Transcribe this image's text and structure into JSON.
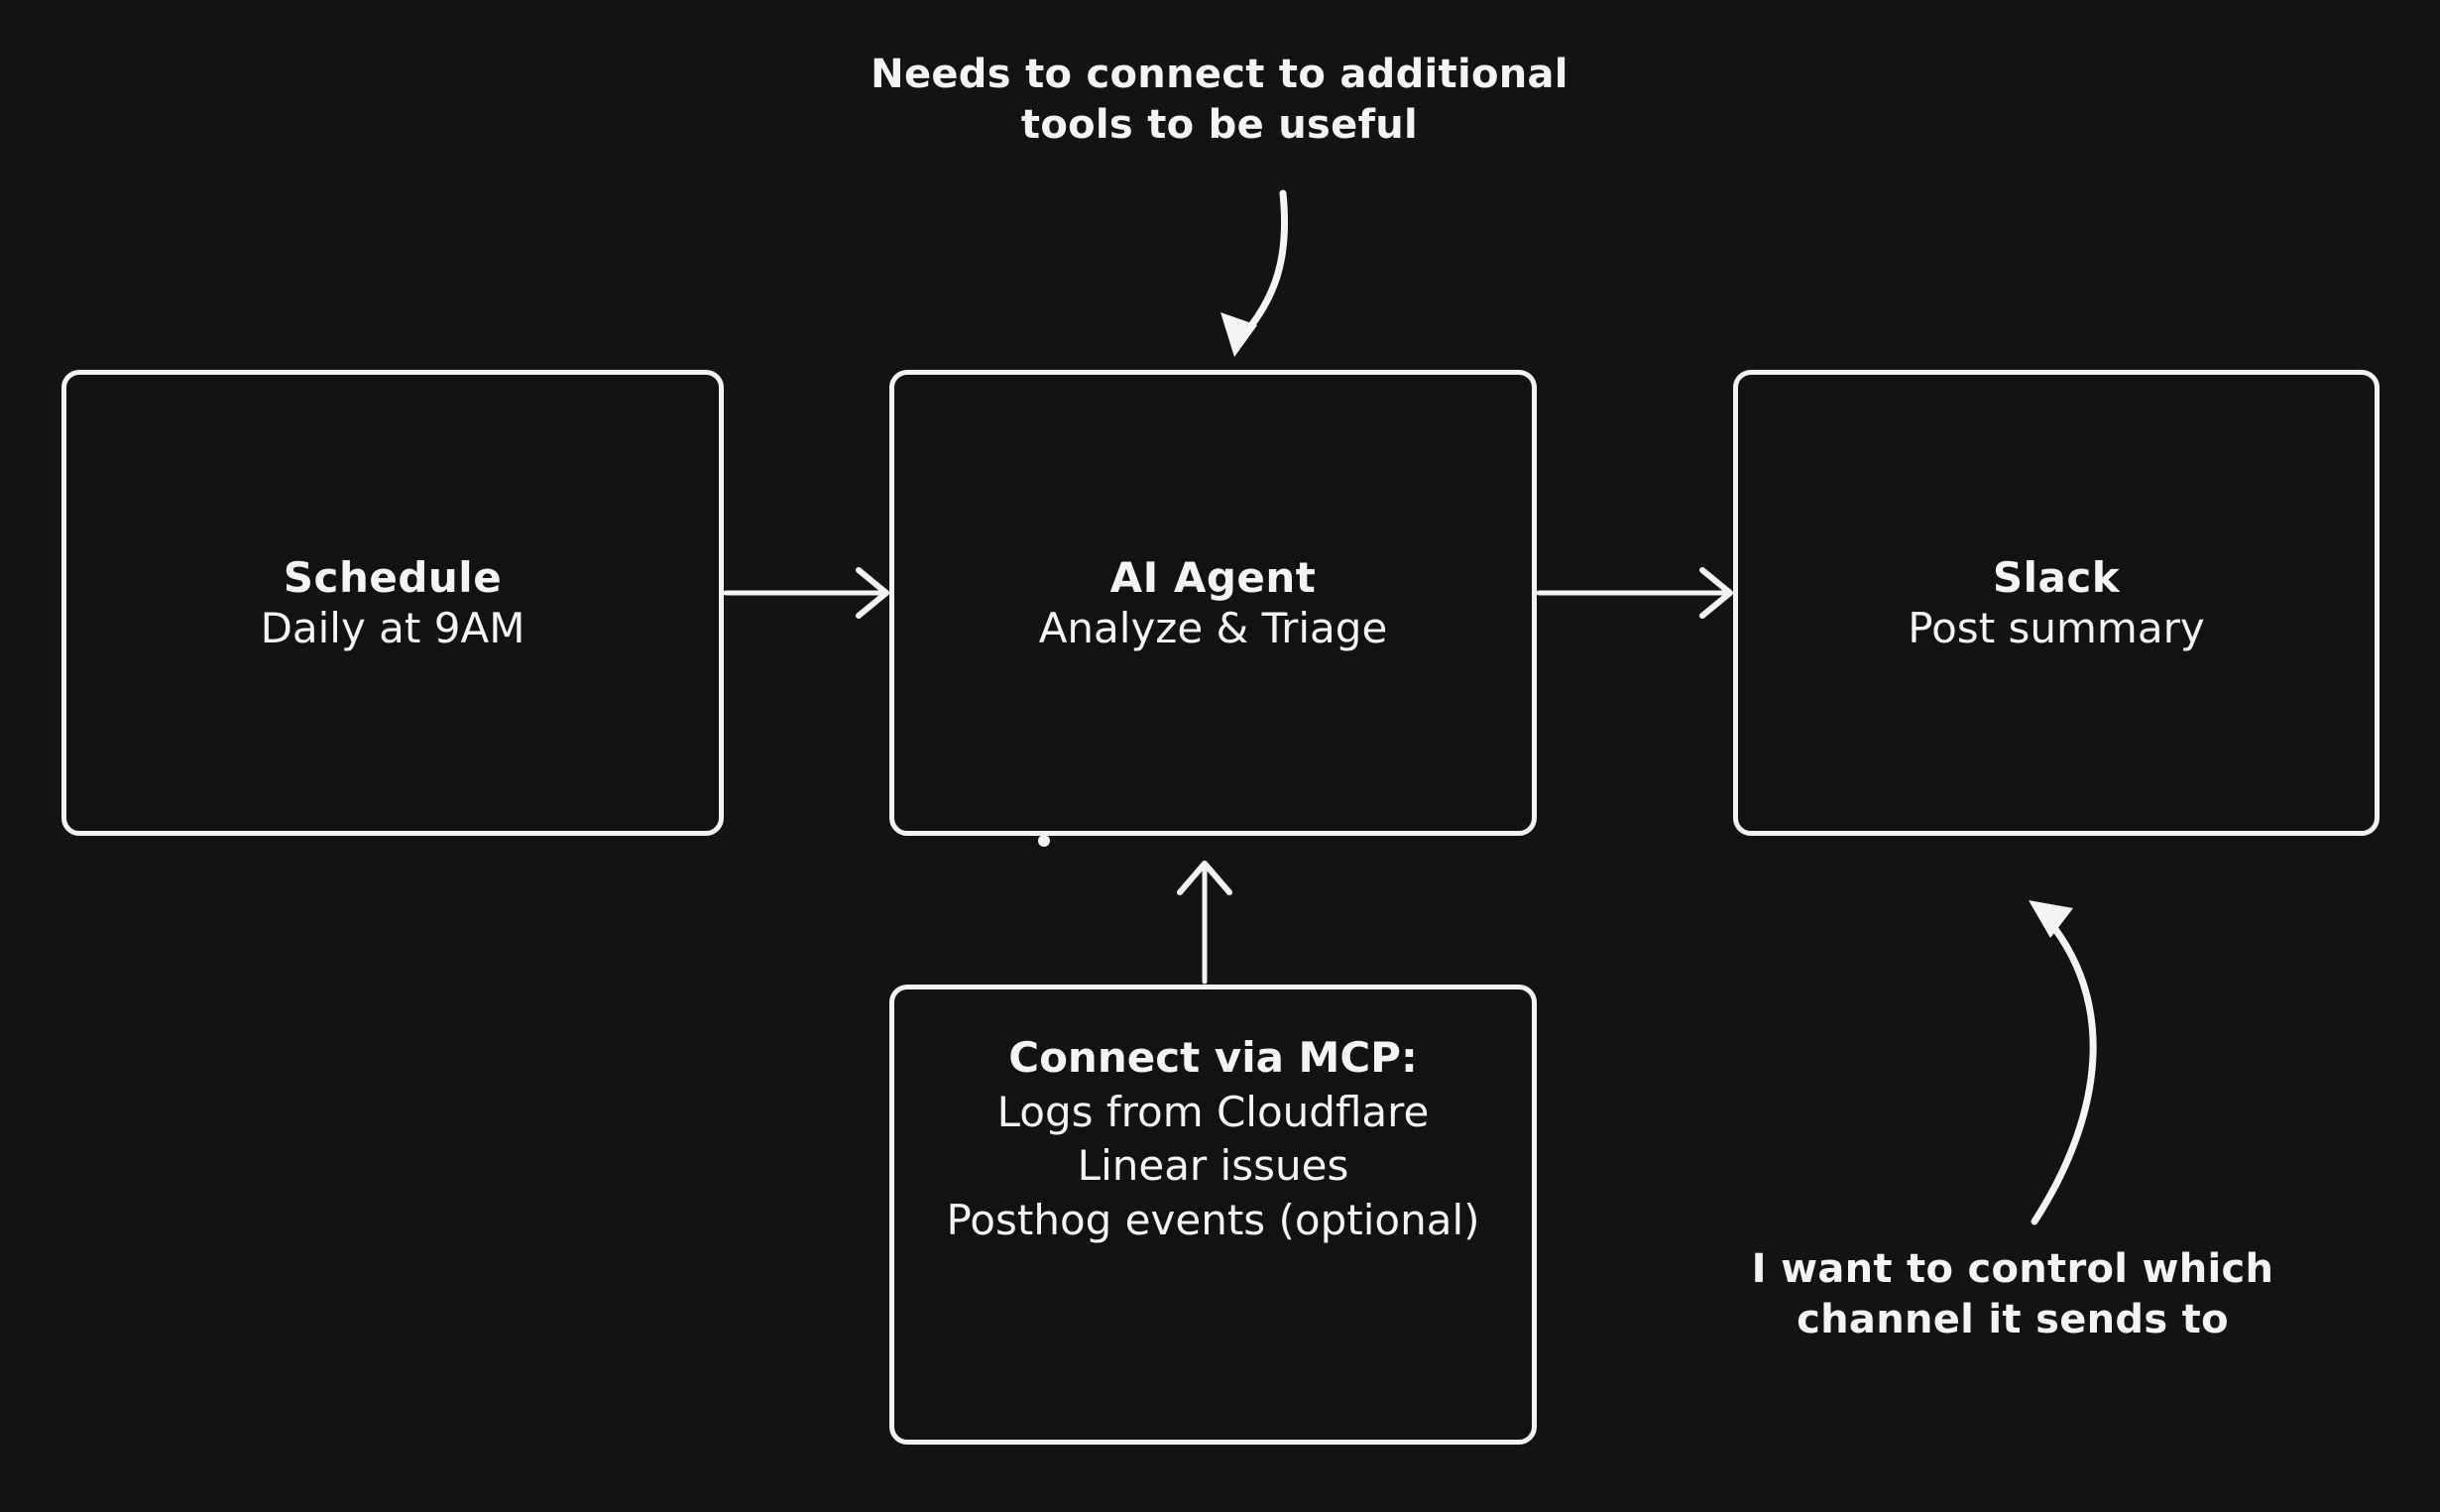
{
  "canvas": {
    "background_color": "#131313",
    "stroke_color": "#f2f2f2",
    "text_color": "#f4f4f4"
  },
  "nodes": {
    "schedule": {
      "title": "Schedule",
      "subtitle": "Daily at 9AM"
    },
    "ai_agent": {
      "title": "AI Agent",
      "subtitle": "Analyze & Triage"
    },
    "slack": {
      "title": "Slack",
      "subtitle": "Post summary"
    },
    "mcp": {
      "line1": "Connect via MCP:",
      "line2": "Logs from Cloudflare",
      "line3": "Linear issues",
      "line4": "Posthog events (optional)"
    }
  },
  "annotations": {
    "top": {
      "line1": "Needs to connect to additional",
      "line2": "tools to be useful"
    },
    "bottom_right": {
      "line1": "I want to control which",
      "line2": "channel it sends to"
    }
  },
  "edges": [
    {
      "from": "schedule",
      "to": "ai_agent",
      "style": "straight-arrow"
    },
    {
      "from": "ai_agent",
      "to": "slack",
      "style": "straight-arrow"
    },
    {
      "from": "mcp",
      "to": "ai_agent",
      "style": "straight-arrow-up"
    }
  ],
  "callout_arrows": [
    {
      "label": "top-annotation-arrow",
      "target": "ai_agent",
      "style": "curved"
    },
    {
      "label": "bottom-right-annotation-arrow",
      "target": "slack",
      "style": "curved"
    }
  ]
}
